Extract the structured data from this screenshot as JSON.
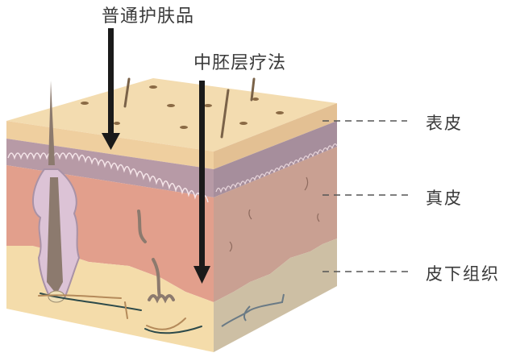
{
  "diagram": {
    "title": "Skin layer cross-section with treatment penetration depth",
    "treatments": [
      {
        "label": "普通护肤品",
        "arrow_target_layer": "表皮"
      },
      {
        "label": "中胚层疗法",
        "arrow_target_layer": "皮下组织"
      }
    ],
    "layers": [
      {
        "label": "表皮"
      },
      {
        "label": "真皮"
      },
      {
        "label": "皮下组织"
      }
    ],
    "colors": {
      "epidermis_top": "#f3dcb0",
      "epidermis_front": "#efcf9f",
      "basal_band": "#b79aa6",
      "dermis_front": "#e29f8c",
      "dermis_side": "#c9a092",
      "subcutaneous_front": "#f4dcaa",
      "subcutaneous_side": "#cdbfa4",
      "arrow": "#1a1a1a",
      "leader_line": "#555555",
      "label_text": "#3a3a3a"
    }
  }
}
